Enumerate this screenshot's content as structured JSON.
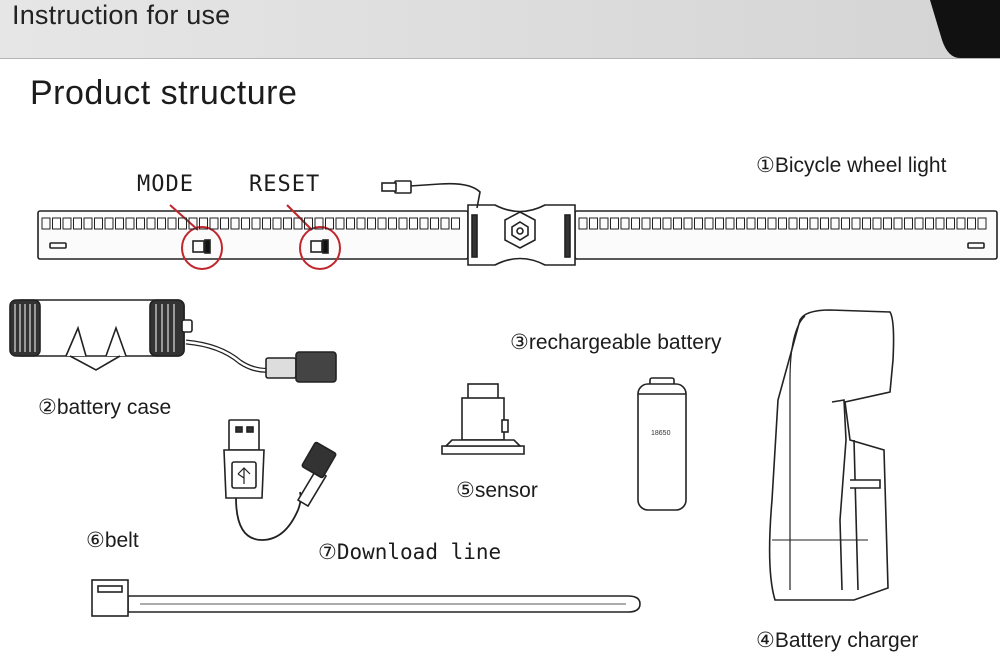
{
  "header": {
    "title": "Instruction for use"
  },
  "page_title": "Product structure",
  "wheel_light": {
    "number": "①",
    "label": "Bicycle wheel light",
    "mode_label": "MODE",
    "reset_label": "RESET"
  },
  "battery_case": {
    "number": "②",
    "label": "battery case"
  },
  "rechargeable_battery": {
    "number": "③",
    "label": "rechargeable battery",
    "marking": "18650"
  },
  "battery_charger": {
    "number": "④",
    "label": "Battery charger"
  },
  "sensor": {
    "number": "⑤",
    "label": "sensor"
  },
  "belt": {
    "number": "⑥",
    "label": "belt"
  },
  "download_line": {
    "number": "⑦",
    "label": "Download line"
  },
  "colors": {
    "header_bg": "#d9d9d9",
    "callout_red": "#c0262d",
    "line": "#222222"
  }
}
